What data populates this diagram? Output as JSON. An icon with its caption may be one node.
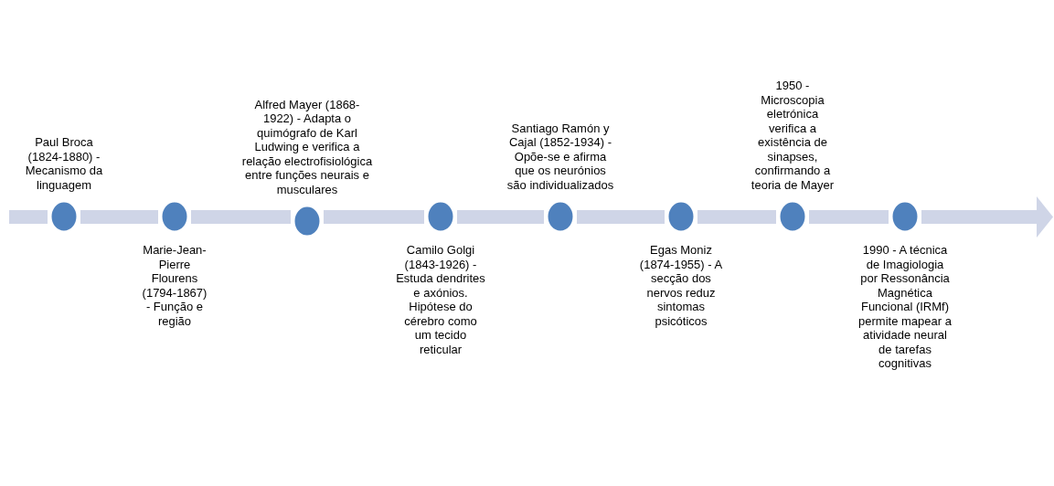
{
  "diagram": {
    "nodes": [
      {
        "text": [],
        "shape": "circle",
        "beside": [
          "Paul Broca (1824-1880) - Mecanismo da linguagem"
        ]
      },
      {
        "text": [],
        "shape": "circle",
        "beside": [
          "Marie-Jean-Pierre Flourens (1794-1867) - Função e região"
        ]
      },
      {
        "text": [],
        "shape": "circle",
        "beside": [
          "Alfred Mayer (1868-1922) - Adapta o quimógrafo de Karl Ludwing e verifica a relação electrofisiológica entre funções neurais e musculares"
        ]
      },
      {
        "text": [],
        "shape": "circle",
        "beside": [
          "Camilo Golgi (1843-1926) - Estuda dendrites e axónios. Hipótese do cérebro como um tecido reticular"
        ]
      },
      {
        "text": [],
        "shape": "circle",
        "beside": [
          "Santiago Ramón y Cajal (1852-1934) - Opõe-se e afirma que os neurónios são individualizados"
        ]
      },
      {
        "text": [],
        "shape": "circle",
        "beside": [
          "Egas Moniz (1874-1955) - A secção dos nervos reduz sintomas psicóticos"
        ]
      },
      {
        "text": [],
        "shape": "circle",
        "beside": [
          "1950 - Microscopia eletrónica verifica a existência de sinapses, confirmando a teoria de Mayer"
        ]
      },
      {
        "text": [],
        "shape": "circle",
        "beside": [
          "1990 - A técnica de Imagiologia por Ressonância Magnética Funcional (IRMf) permite mapear a atividade neural de tarefas cognitivas"
        ]
      }
    ],
    "edges": [
      {
        "from": null,
        "to": 0,
        "arrow": "none"
      },
      {
        "from": 0,
        "to": 1,
        "arrow": "none"
      },
      {
        "from": 1,
        "to": 2,
        "arrow": "none"
      },
      {
        "from": 2,
        "to": 3,
        "arrow": "none"
      },
      {
        "from": 3,
        "to": 4,
        "arrow": "none"
      },
      {
        "from": 4,
        "to": 5,
        "arrow": "none"
      },
      {
        "from": 5,
        "to": 6,
        "arrow": "none"
      },
      {
        "from": 6,
        "to": 7,
        "arrow": "none"
      },
      {
        "from": 7,
        "to": null,
        "arrow": "to"
      }
    ]
  }
}
